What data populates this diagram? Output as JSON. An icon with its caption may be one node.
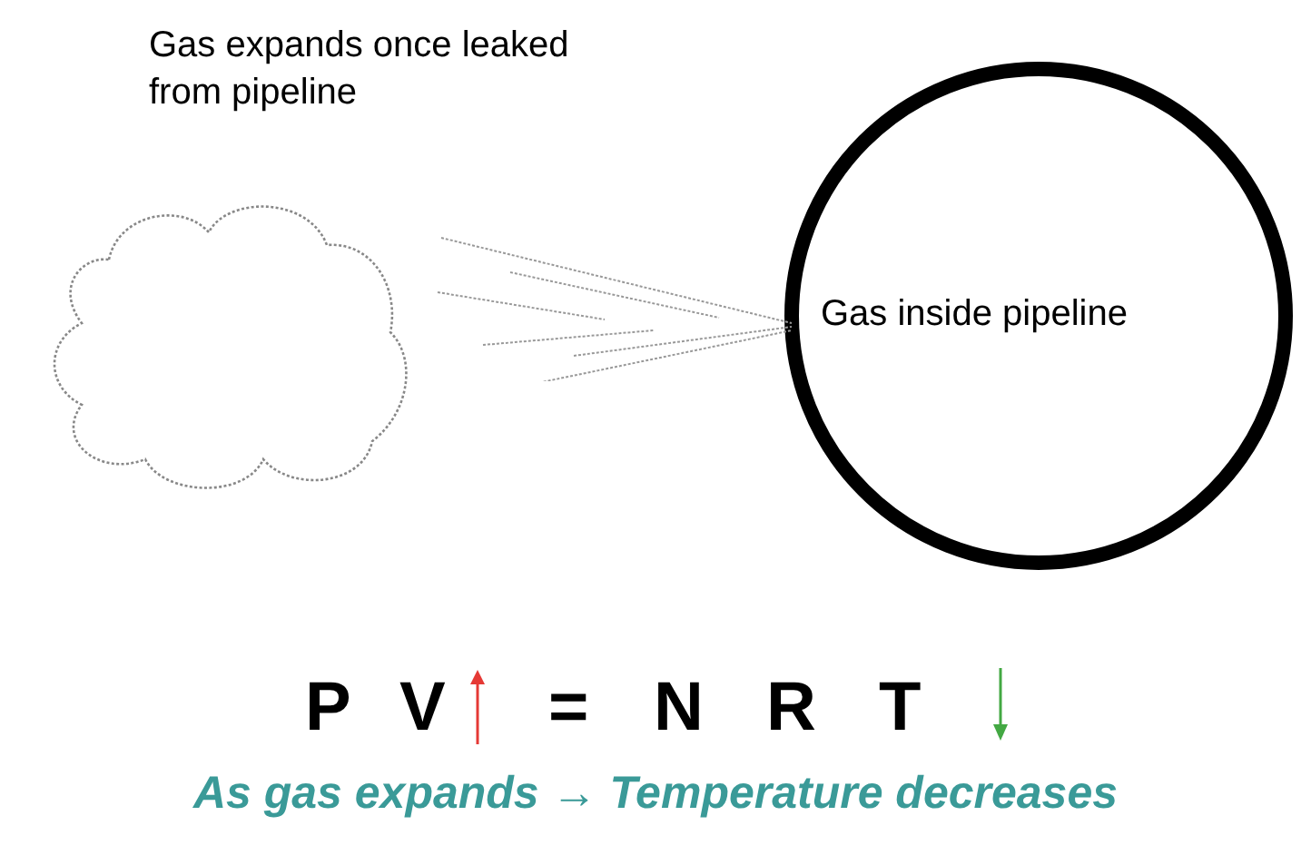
{
  "diagram": {
    "caption": "As gas expands → Temperature decreases",
    "nodes": [
      {
        "text": [
          "Gas expands once leaked from pipeline"
        ]
      },
      {
        "text": [
          "Gas inside pipeline"
        ]
      }
    ],
    "labels": [
      "P",
      "V",
      "=",
      "N",
      "R",
      "T"
    ]
  }
}
